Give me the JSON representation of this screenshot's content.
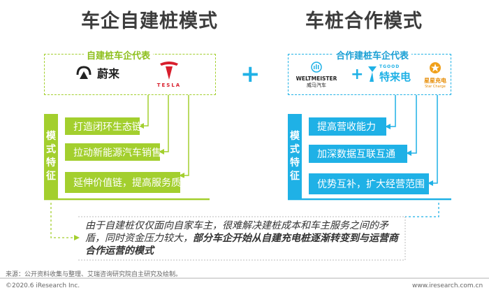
{
  "left": {
    "title": "车企自建桩模式",
    "rep_label": "自建桩车企代表",
    "logos": [
      "蔚来",
      "TESLA"
    ],
    "side_label": [
      "模",
      "式",
      "特",
      "征"
    ],
    "features": [
      "打造闭环生态链",
      "拉动新能源汽车销售",
      "延伸价值链，提高服务质量"
    ],
    "color": "#a3cf2e"
  },
  "right": {
    "title": "车桩合作模式",
    "rep_label": "合作建桩车企代表",
    "logos": [
      "WELTMEISTER",
      "威马汽车",
      "TGOOD",
      "特来电",
      "星星充电",
      "Star Charge"
    ],
    "side_label": [
      "模",
      "式",
      "特",
      "征"
    ],
    "features": [
      "提高营收能力",
      "加深数据互联互通",
      "优势互补，扩大经营范围"
    ],
    "color": "#1fb1e6"
  },
  "plus_signs": [
    "+",
    "+"
  ],
  "conclusion": {
    "normal": "由于自建桩仅仅面向自家车主，很难解决建桩成本和车主服务之间的矛盾，同时资金压力较大，",
    "bold": "部分车企开始从自建充电桩逐渐转变到与运营商合作运营的模式"
  },
  "footer": {
    "source": "来源：公开资料收集与整理、艾瑞咨询研究院自主研究及绘制。",
    "copyright": "©2020.6 iResearch Inc.",
    "website": "www.iresearch.com.cn"
  }
}
